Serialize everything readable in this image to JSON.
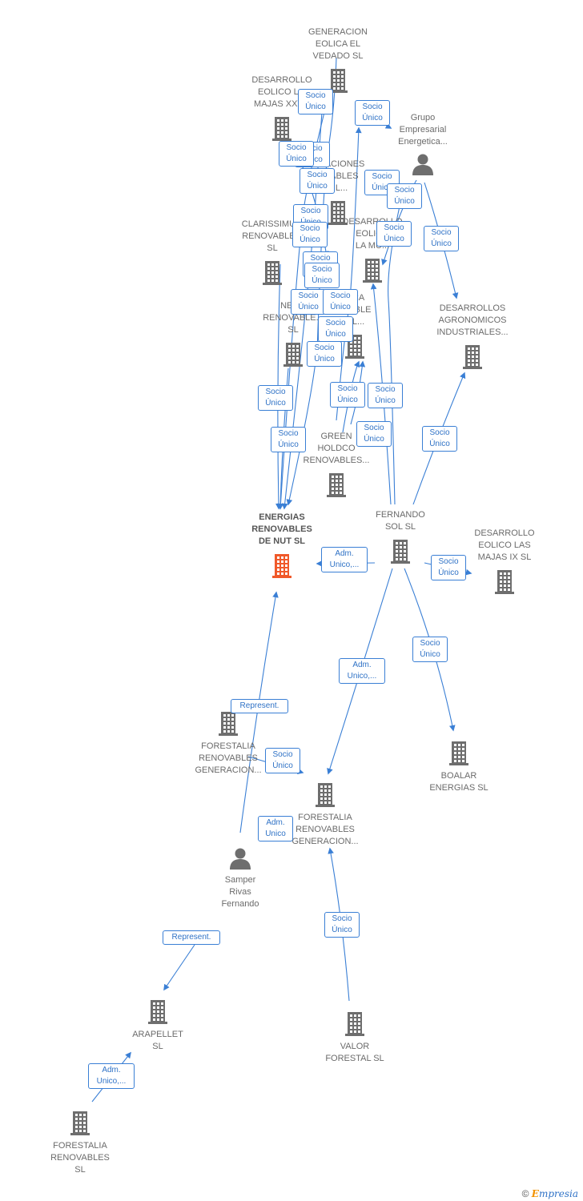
{
  "colors": {
    "edge": "#3a7fd5",
    "badge_text": "#2f72c6",
    "node_gray": "#6e6e6e",
    "focus": "#f0592a"
  },
  "nodes": [
    {
      "id": "generacion-eolica-vedado",
      "kind": "company",
      "lines": [
        "GENERACION",
        "EOLICA EL",
        "VEDADO SL"
      ],
      "label_pos": "above"
    },
    {
      "id": "desarrollo-eolico-majas-xxv",
      "kind": "company",
      "lines": [
        "DESARROLLO",
        "EOLICO L...",
        "MAJAS XXV..."
      ],
      "label_pos": "above"
    },
    {
      "id": "grupo-empresarial",
      "kind": "person",
      "lines": [
        "Grupo",
        "Empresarial",
        "Energetica..."
      ],
      "label_pos": "above"
    },
    {
      "id": "operaciones-renovables",
      "kind": "company",
      "lines": [
        "...RACIONES",
        "...VABLES",
        "...L..."
      ],
      "label_pos": "above"
    },
    {
      "id": "clarissimum",
      "kind": "company",
      "lines": [
        "CLARISSIMU...",
        "RENOVABLE...",
        "SL"
      ],
      "label_pos": "above"
    },
    {
      "id": "desarrollo-eolico-muela",
      "kind": "company",
      "lines": [
        "DESARROLLO",
        "EOLICO",
        "LA MU..."
      ],
      "label_pos": "above"
    },
    {
      "id": "desarrollos-agronomicos",
      "kind": "company",
      "lines": [
        "DESARROLLOS",
        "AGRONOMICOS",
        "INDUSTRIALES..."
      ],
      "label_pos": "above"
    },
    {
      "id": "neas-renovables",
      "kind": "company",
      "lines": [
        "NEA...",
        "RENOVABLE...",
        "SL"
      ],
      "label_pos": "above"
    },
    {
      "id": "energetica-sostenible",
      "kind": "company",
      "lines": [
        "...CA",
        "...NIBLE",
        "...L..."
      ],
      "label_pos": "above"
    },
    {
      "id": "green-holdco",
      "kind": "company",
      "lines": [
        "GREEN",
        "HOLDCO",
        "RENOVABLES..."
      ],
      "label_pos": "above"
    },
    {
      "id": "energias-renovables-nut",
      "kind": "company",
      "focus": true,
      "lines": [
        "ENERGIAS",
        "RENOVABLES",
        "DE NUT  SL"
      ],
      "label_pos": "above"
    },
    {
      "id": "fernando-sol",
      "kind": "company",
      "lines": [
        "FERNANDO",
        "SOL SL"
      ],
      "label_pos": "above"
    },
    {
      "id": "desarrollo-eolico-majas-ix",
      "kind": "company",
      "lines": [
        "DESARROLLO",
        "EOLICO LAS",
        "MAJAS IX  SL"
      ],
      "label_pos": "above"
    },
    {
      "id": "forestalia-renovables-generacion-1",
      "kind": "company",
      "lines": [
        "FORESTALIA",
        "RENOVABLES",
        "GENERACION..."
      ],
      "label_pos": "below"
    },
    {
      "id": "boalar-energias",
      "kind": "company",
      "lines": [
        "BOALAR",
        "ENERGIAS  SL"
      ],
      "label_pos": "below"
    },
    {
      "id": "forestalia-renovables-generacion-2",
      "kind": "company",
      "lines": [
        "FORESTALIA",
        "RENOVABLES",
        "GENERACION..."
      ],
      "label_pos": "below"
    },
    {
      "id": "samper-rivas-fernando",
      "kind": "person",
      "lines": [
        "Samper",
        "Rivas",
        "Fernando"
      ],
      "label_pos": "below"
    },
    {
      "id": "arapellet",
      "kind": "company",
      "lines": [
        "ARAPELLET",
        "SL"
      ],
      "label_pos": "below"
    },
    {
      "id": "valor-forestal",
      "kind": "company",
      "lines": [
        "VALOR",
        "FORESTAL SL"
      ],
      "label_pos": "below"
    },
    {
      "id": "forestalia-renovables",
      "kind": "company",
      "lines": [
        "FORESTALIA",
        "RENOVABLES",
        "SL"
      ],
      "label_pos": "below"
    }
  ],
  "badges": [
    {
      "id": "b1",
      "lines": [
        "Socio",
        "Único"
      ]
    },
    {
      "id": "b2",
      "lines": [
        "Socio",
        "Único"
      ]
    },
    {
      "id": "b3",
      "lines": [
        "Socio",
        "Único"
      ]
    },
    {
      "id": "b4",
      "lines": [
        "Socio",
        "Único"
      ]
    },
    {
      "id": "b5",
      "lines": [
        "Socio",
        "Único"
      ]
    },
    {
      "id": "b6",
      "lines": [
        "Socio",
        "Único"
      ]
    },
    {
      "id": "b7",
      "lines": [
        "Socio",
        "Único"
      ]
    },
    {
      "id": "b8",
      "lines": [
        "Socio",
        "Único"
      ]
    },
    {
      "id": "b9",
      "lines": [
        "Socio",
        "Único"
      ]
    },
    {
      "id": "b10",
      "lines": [
        "Socio",
        "Único"
      ]
    },
    {
      "id": "b11",
      "lines": [
        "Socio",
        "Único"
      ]
    },
    {
      "id": "b12",
      "lines": [
        "Socio",
        "Único"
      ]
    },
    {
      "id": "b13",
      "lines": [
        "Socio",
        "Único"
      ]
    },
    {
      "id": "b14",
      "lines": [
        "Socio",
        "Único"
      ]
    },
    {
      "id": "b15",
      "lines": [
        "Socio",
        "Único"
      ]
    },
    {
      "id": "b16",
      "lines": [
        "Socio",
        "Único"
      ]
    },
    {
      "id": "b17",
      "lines": [
        "Socio",
        "Único"
      ]
    },
    {
      "id": "b18",
      "lines": [
        "Socio",
        "Único"
      ]
    },
    {
      "id": "b19",
      "lines": [
        "Socio",
        "Único"
      ]
    },
    {
      "id": "b20",
      "lines": [
        "Socio",
        "Único"
      ]
    },
    {
      "id": "b21",
      "lines": [
        "Socio",
        "Único"
      ]
    },
    {
      "id": "b22",
      "lines": [
        "Socio",
        "Único"
      ]
    },
    {
      "id": "b23",
      "lines": [
        "Socio",
        "Único"
      ]
    },
    {
      "id": "b24",
      "lines": [
        "Adm.",
        "Unico,..."
      ]
    },
    {
      "id": "b25",
      "lines": [
        "Socio",
        "Único"
      ]
    },
    {
      "id": "b26",
      "lines": [
        "Socio",
        "Único"
      ]
    },
    {
      "id": "b27",
      "lines": [
        "Adm.",
        "Unico,..."
      ]
    },
    {
      "id": "b28",
      "lines": [
        "Represent."
      ]
    },
    {
      "id": "b29",
      "lines": [
        "Socio",
        "Único"
      ]
    },
    {
      "id": "b30",
      "lines": [
        "Adm.",
        "Unico"
      ]
    },
    {
      "id": "b31",
      "lines": [
        "Socio",
        "Único"
      ]
    },
    {
      "id": "b32",
      "lines": [
        "Represent."
      ]
    },
    {
      "id": "b33",
      "lines": [
        "Adm.",
        "Unico,..."
      ]
    }
  ],
  "footer": {
    "copyright_symbol": "©",
    "brand_first": "E",
    "brand_rest": "mpresia"
  }
}
